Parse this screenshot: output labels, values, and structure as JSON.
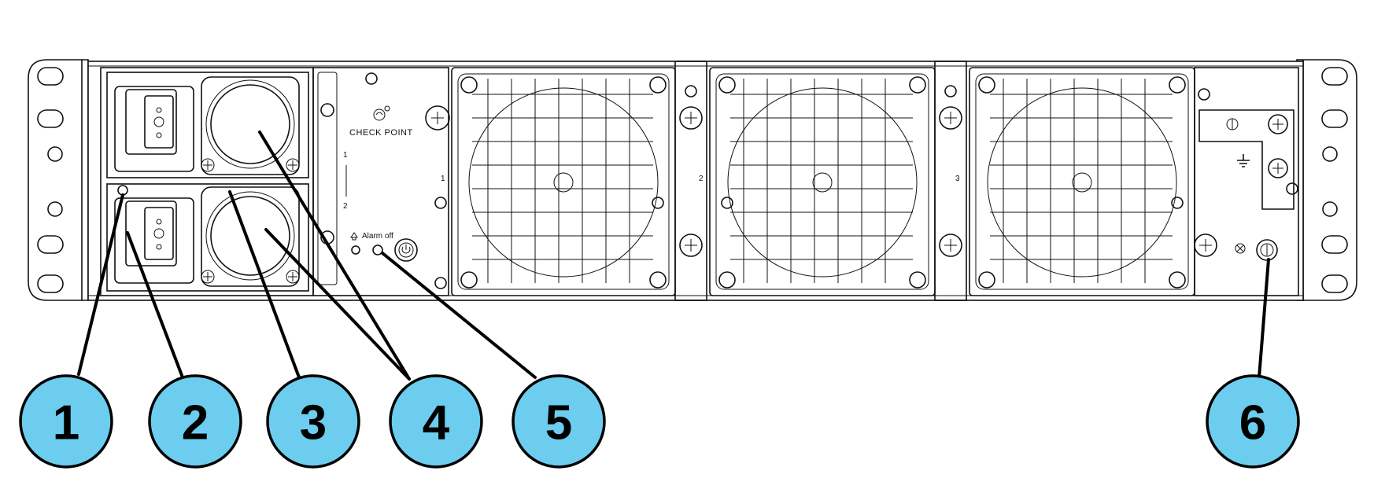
{
  "labels": {
    "brand": "CHECK POINT",
    "alarm": "Alarm off",
    "psu_1": "1",
    "psu_2": "2",
    "fan_1": "1",
    "fan_2": "2",
    "fan_3": "3"
  },
  "callouts": [
    {
      "number": "1"
    },
    {
      "number": "2"
    },
    {
      "number": "3"
    },
    {
      "number": "4"
    },
    {
      "number": "5"
    },
    {
      "number": "6"
    }
  ],
  "colors": {
    "callout_fill": "#6ccdee",
    "line": "#111111",
    "background": "#ffffff"
  },
  "icons": {
    "power_button": "power-icon",
    "alarm": "bell-icon",
    "ground": "ground-icon",
    "brand": "check-point-logo-icon"
  }
}
